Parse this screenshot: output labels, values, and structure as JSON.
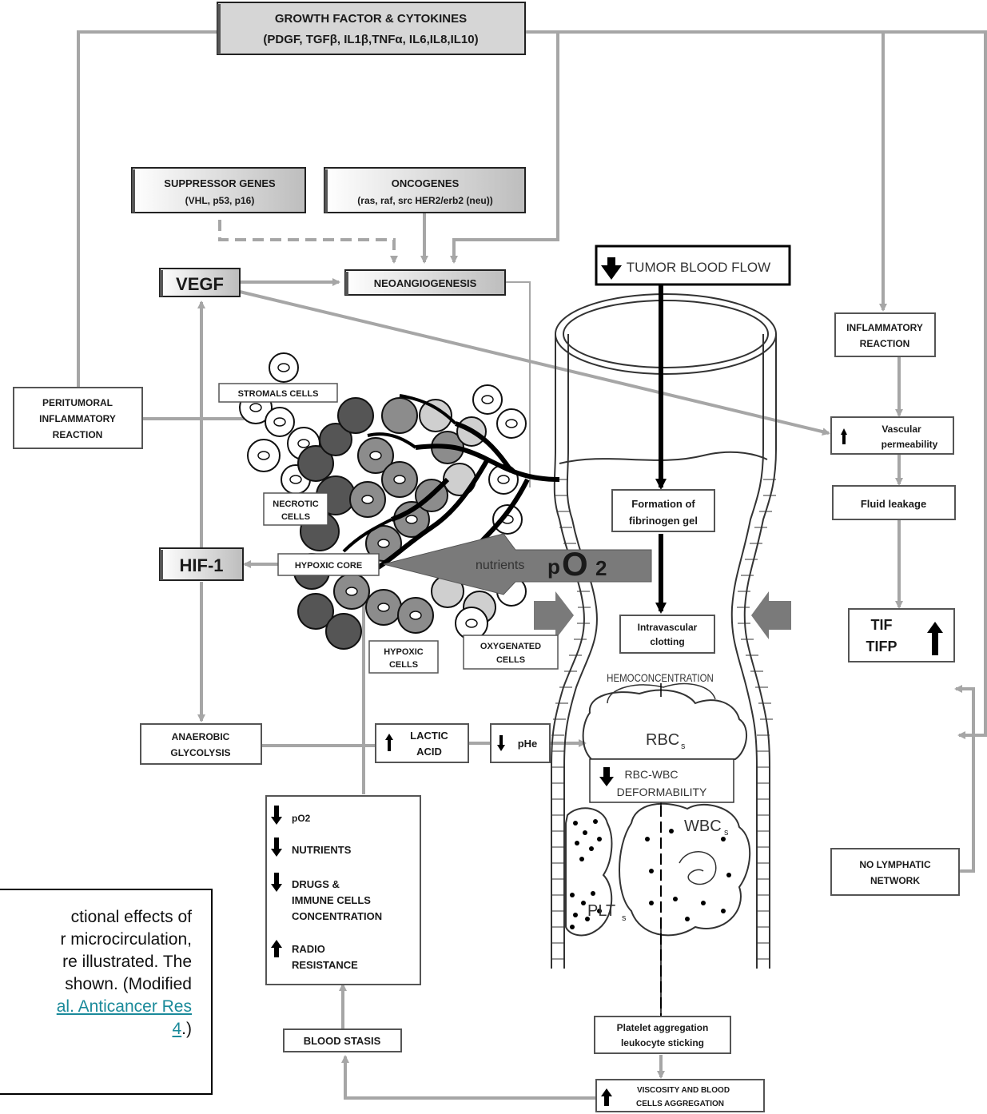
{
  "labels": {
    "growth_title": "GROWTH FACTOR & CYTOKINES",
    "growth_list": "(PDGF, TGFβ, IL1β,TNFα, IL6,IL8,IL10)",
    "suppressor_title": "SUPPRESSOR GENES",
    "suppressor_list": "(VHL, p53, p16)",
    "oncogenes_title": "ONCOGENES",
    "oncogenes_list": "(ras, raf, src HER2/erb2 (neu))",
    "vegf": "VEGF",
    "neoangiogenesis": "NEOANGIOGENESIS",
    "tumor_blood_flow": "TUMOR BLOOD FLOW",
    "inflammatory_reaction_1": "INFLAMMATORY",
    "inflammatory_reaction_2": "REACTION",
    "peritumoral_1": "PERITUMORAL",
    "peritumoral_2": "INFLAMMATORY",
    "peritumoral_3": "REACTION",
    "stromal_cells": "STROMALS CELLS",
    "vascular_1": "Vascular",
    "vascular_2": "permeability",
    "necrotic_1": "NECROTIC",
    "necrotic_2": "CELLS",
    "formation_1": "Formation of",
    "formation_2": "fibrinogen gel",
    "fluid_leakage": "Fluid leakage",
    "hif1": "HIF-1",
    "hypoxic_core": "HYPOXIC CORE",
    "nutrients": "nutrients",
    "po2_p": "p",
    "po2_o": "O",
    "po2_2": "2",
    "tif": "TIF",
    "tifp": "TIFP",
    "intravascular_1": "Intravascular",
    "intravascular_2": "clotting",
    "hypoxic_cells_1": "HYPOXIC",
    "hypoxic_cells_2": "CELLS",
    "oxygenated_1": "OXYGENATED",
    "oxygenated_2": "CELLS",
    "hemoconcentration": "HEMOCONCENTRATION",
    "anaerobic_1": "ANAEROBIC",
    "anaerobic_2": "GLYCOLYSIS",
    "lactic_1": "LACTIC",
    "lactic_2": "ACID",
    "phe": "pHe",
    "rbcs": "RBC",
    "rbcs_sub": "s",
    "deform_1": "RBC-WBC",
    "deform_2": "DEFORMABILITY",
    "wbcs": "WBC",
    "wbcs_sub": "s",
    "plts": "PLT",
    "plts_sub": "s",
    "effects_po2": "pO2",
    "effects_nutrients": "NUTRIENTS",
    "effects_drugs_1": "DRUGS &",
    "effects_drugs_2": "IMMUNE CELLS",
    "effects_drugs_3": "CONCENTRATION",
    "effects_radio_1": "RADIO",
    "effects_radio_2": "RESISTANCE",
    "no_lymphatic_1": "NO LYMPHATIC",
    "no_lymphatic_2": "NETWORK",
    "blood_stasis": "BLOOD STASIS",
    "platelet_1": "Platelet aggregation",
    "platelet_2": "leukocyte sticking",
    "viscosity_1": "VISCOSITY AND BLOOD",
    "viscosity_2": "CELLS AGGREGATION"
  },
  "caption": {
    "line1": "ctional effects of",
    "line2": "r microcirculation,",
    "line3": "re illustrated. The",
    "line4": "shown. (Modified",
    "link1": "al. Anticancer Res",
    "link2": "4",
    "line6_end": ".)"
  },
  "colors": {
    "arrow_gray": "#a6a6a6",
    "box_fill_gray": "#cfcfcf",
    "cell_dark": "#555555",
    "cell_mid": "#8c8c8c",
    "caption_link": "#1a8a9a"
  }
}
